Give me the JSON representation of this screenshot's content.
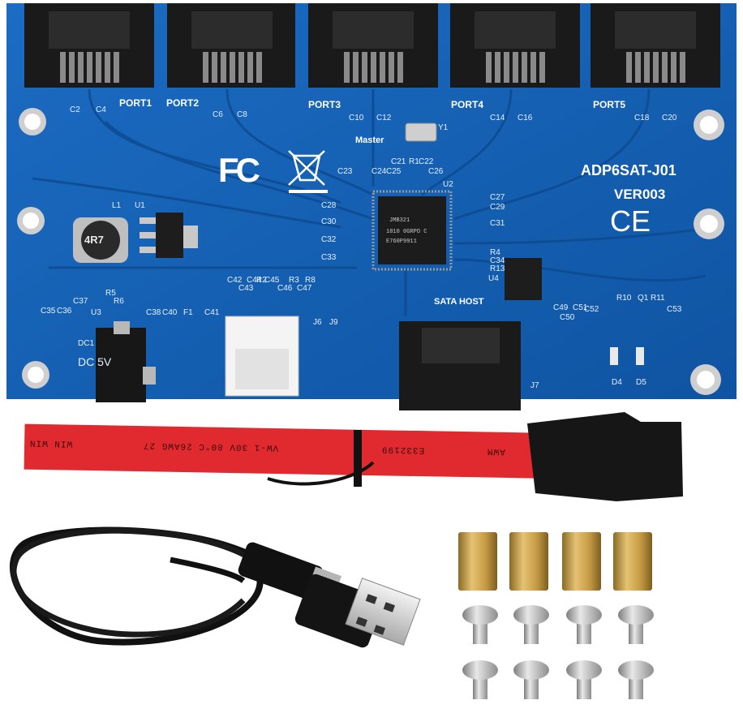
{
  "board": {
    "model": "ADP6SAT-J01",
    "version": "VER003",
    "fcc_mark": "FC",
    "ce_mark": "CE",
    "ports": [
      "PORT1",
      "PORT2",
      "PORT3",
      "PORT4",
      "PORT5"
    ],
    "host_label": "SATA HOST",
    "master_label": "Master",
    "power_label": "DC 5V",
    "chip_text_1": "JMB321",
    "chip_text_2": "1810 0GRPO C",
    "chip_text_3": "E760P9911",
    "inductor_text": "4R7",
    "small_labels": {
      "l1": "L1",
      "u1": "U1",
      "u2": "U2",
      "u3": "U3",
      "u4": "U4",
      "y1": "Y1",
      "dc1": "DC1",
      "j6": "J6",
      "j9": "J9",
      "j7": "J7",
      "f1": "F1",
      "c28": "C28",
      "c30": "C30",
      "c32": "C32",
      "c33": "C33",
      "c27": "C27",
      "c29": "C29",
      "c31": "C31",
      "c21": "C21",
      "r1": "R1",
      "c22": "C22",
      "c26": "C26",
      "c23": "C23",
      "c24": "C24",
      "c25": "C25",
      "r4": "R4",
      "c34": "C34",
      "r13": "R13",
      "c2": "C2",
      "c4": "C4",
      "c6": "C6",
      "c8": "C8",
      "c10": "C10",
      "c12": "C12",
      "c14": "C14",
      "c16": "C16",
      "c18": "C18",
      "c20": "C20",
      "c35": "C35",
      "c36": "C36",
      "c37": "C37",
      "r5": "R5",
      "r6": "R6",
      "c38": "C38",
      "c40": "C40",
      "c41": "C41",
      "c42": "C42",
      "c43": "C43",
      "c44": "C44",
      "r2": "R2",
      "r3": "R3",
      "c45": "C45",
      "c46": "C46",
      "c47": "C47",
      "r8": "R8",
      "c49": "C49",
      "c50": "C50",
      "c51": "C51",
      "c52": "C52",
      "r10": "R10",
      "q1": "Q1",
      "r11": "R11",
      "c53": "C53",
      "d4": "D4",
      "d5": "D5"
    }
  },
  "cable": {
    "text_1": "WIN WIN",
    "text_2": "VW-1   30V   80°C   26AWG   27",
    "text_3": "E332199",
    "text_4": "AWM"
  },
  "colors": {
    "pcb": "#1762b4",
    "pcb_dark": "#0d4a8f",
    "connector": "#1a1a1a",
    "sata_red": "#e02a2f",
    "brass": "#c9a04a",
    "steel": "#b9b9b9"
  }
}
